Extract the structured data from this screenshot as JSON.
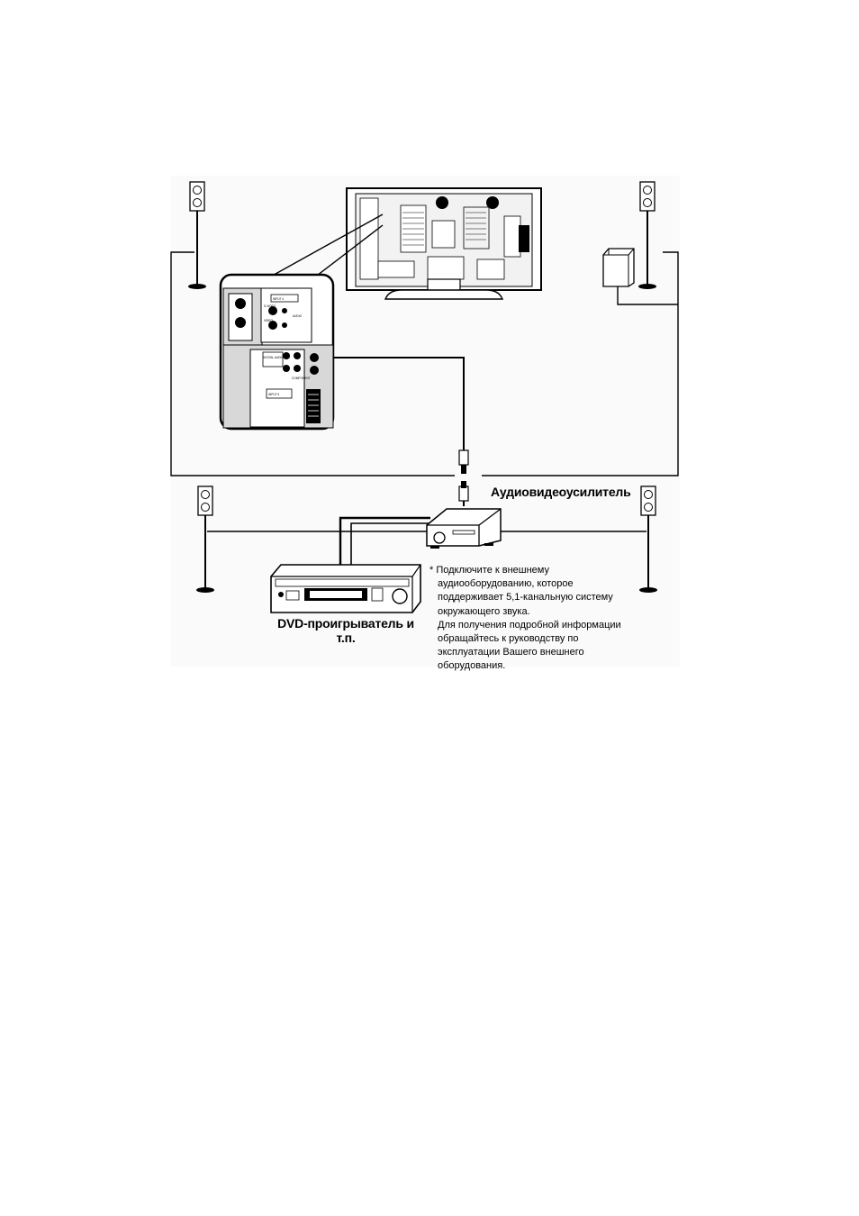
{
  "labels": {
    "amplifier": "Аудиовидеоусилитель",
    "dvd_line1": "DVD-проигрыватель и",
    "dvd_line2": "т.п."
  },
  "note": {
    "star": "*",
    "lines": [
      "Подключите к внешнему",
      "аудиооборудованию, которое",
      "поддерживает 5,1-канальную систему",
      "окружающего звука.",
      "Для получения подробной информации",
      "обращайтесь к руководству по",
      "эксплуатации Вашего внешнего",
      "оборудования."
    ]
  },
  "panel_labels": {
    "input": "INPUT 4",
    "svideo": "S-VIDEO",
    "video": "VIDEO",
    "audio": "AUDIO",
    "component": "COMPONENT",
    "input_rgb": "INPUT 5",
    "digital": "DIGITAL AUDIO OUT"
  },
  "colors": {
    "line": "#000000",
    "background": "#ffffff",
    "grey": "#d8d8d8"
  }
}
